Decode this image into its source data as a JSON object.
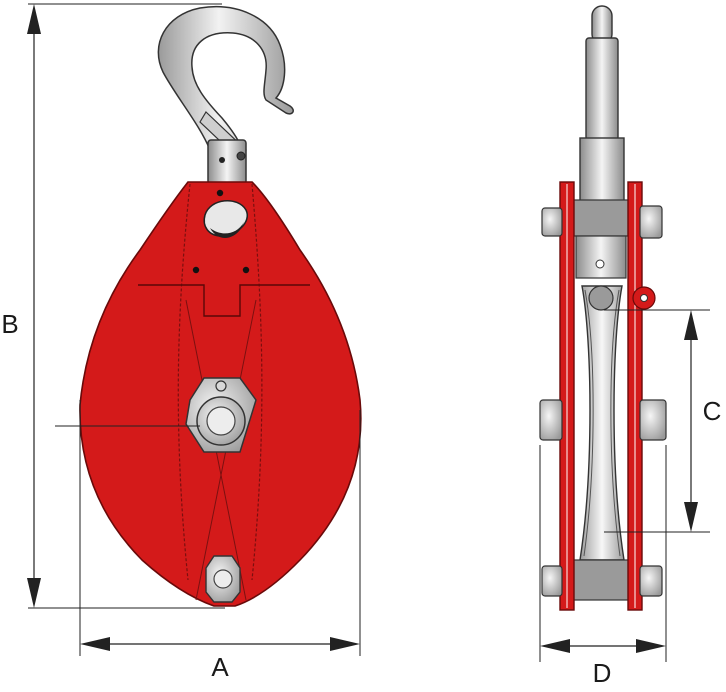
{
  "labels": {
    "a": "A",
    "b": "B",
    "c": "C",
    "d": "D"
  },
  "colors": {
    "body_red": "#d41a1a",
    "body_outline": "#6a0a0a",
    "steel_light": "#e6e6e6",
    "steel_mid": "#b8b8b8",
    "steel_dark": "#8a8a8a",
    "line": "#222222"
  }
}
